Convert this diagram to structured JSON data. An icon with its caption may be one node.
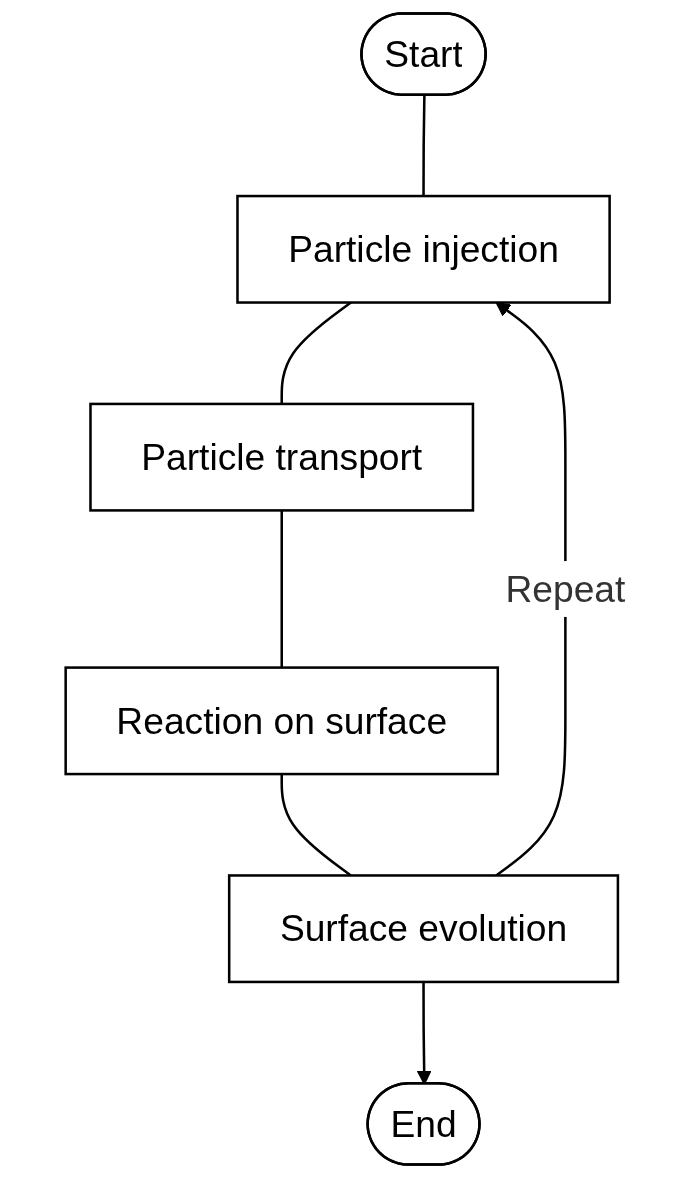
{
  "diagram": {
    "nodes": [
      {
        "text": [
          "Start"
        ]
      },
      {
        "text": [
          "Particle injection"
        ]
      },
      {
        "text": [
          "Particle transport"
        ]
      },
      {
        "text": [
          "Reaction on surface"
        ]
      },
      {
        "text": [
          "Surface evolution"
        ]
      },
      {
        "text": [
          "End"
        ]
      }
    ],
    "edges": [
      {
        "from": 0,
        "to": 1,
        "arrow": "none"
      },
      {
        "from": 1,
        "to": 2,
        "arrow": "none"
      },
      {
        "from": 2,
        "to": 3,
        "arrow": "none"
      },
      {
        "from": 3,
        "to": 4,
        "arrow": "none"
      },
      {
        "from": 4,
        "to": 5,
        "arrow": "to"
      },
      {
        "from": 4,
        "to": 1,
        "arrow": "to",
        "label": "Repeat"
      }
    ]
  }
}
